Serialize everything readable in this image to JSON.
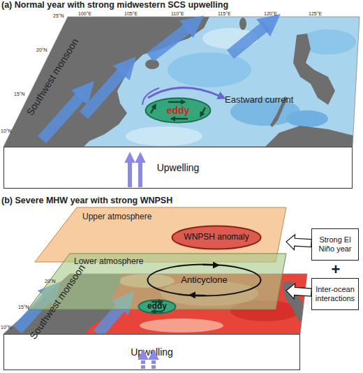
{
  "diagram": {
    "nodes": [
      {
        "text": [
          "eddy"
        ]
      },
      {
        "text": [
          "Upwelling"
        ]
      },
      {
        "text": [
          "Upper atmosphere"
        ]
      },
      {
        "text": [
          "WNPSH anomaly"
        ],
        "in": 2
      },
      {
        "text": [
          "Strong El Niño year"
        ]
      },
      {
        "text": [
          "Lower atmosphere"
        ]
      },
      {
        "text": [
          "Anticyclone"
        ],
        "in": 5
      },
      {
        "text": [
          "Inter-ocean interactions"
        ]
      },
      {
        "text": [
          "eddy"
        ]
      },
      {
        "text": [
          "Upwelling"
        ]
      }
    ],
    "edges": [
      {
        "from": 4,
        "to": 2,
        "arrow": "to"
      },
      {
        "from": 7,
        "to": 5,
        "arrow": "to"
      }
    ],
    "labels": [
      "(a) Normal year with strong midwestern SCS upwelling",
      "100°E",
      "105°E",
      "110°E",
      "115°E",
      "120°E",
      "125°E",
      "25°N",
      "20°N",
      "15°N",
      "10°N",
      "Southwest monsoon",
      "Eastward current",
      "(b) Severe MHW year with strong WNPSH",
      "20°N",
      "15°N",
      "10°N",
      "Southwest monsoon",
      "+"
    ]
  }
}
